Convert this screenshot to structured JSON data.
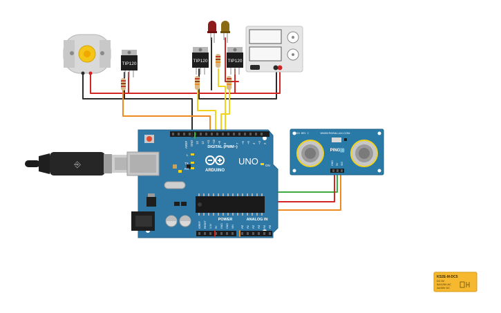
{
  "components": {
    "transistors": [
      {
        "id": "q1",
        "label": "TIP120"
      },
      {
        "id": "q2",
        "label": "TIP120"
      },
      {
        "id": "q3",
        "label": "TIP120"
      }
    ],
    "arduino": {
      "brand": "ARDUINO",
      "model": "UNO",
      "digital_header": "DIGITAL (PWM~)",
      "power_header": "POWER",
      "analog_header": "ANALOG IN",
      "on_label": "ON",
      "aref_label": "AREF",
      "gnd_label": "GND",
      "l_label": "L",
      "tx_label": "TX",
      "rx_label": "RX",
      "digital_pins": [
        "13",
        "12",
        "~11",
        "~10",
        "~9",
        "8",
        "7",
        "~6",
        "~5",
        "4",
        "~3",
        "2",
        "TX 1",
        "RX 0"
      ],
      "power_pins": [
        "IOREF",
        "RESET",
        "3.3V",
        "5V",
        "GND",
        "GND",
        "VIN"
      ],
      "analog_pins": [
        "A0",
        "A1",
        "A2",
        "A3",
        "A4",
        "A5"
      ]
    },
    "sensor": {
      "model": "PING)))",
      "brand": "WWW.PARALLAX.COM",
      "small_label": "28015 REV C",
      "pins": [
        "GND",
        "5V",
        "SIG"
      ]
    },
    "relay": {
      "model": "KS2E-M-DC5",
      "ratings": [
        "DC 5V",
        "5A/125V AC",
        "2A/30V DC"
      ]
    }
  },
  "colors": {
    "board": "#2f78a6",
    "wire_red": "#d32424",
    "wire_black": "#2b2b2b",
    "wire_yellow": "#f2d21a",
    "wire_orange": "#f08a1c",
    "wire_green": "#3daa3d",
    "sensor_board": "#2a7aa8",
    "relay_body": "#f5b82e"
  }
}
